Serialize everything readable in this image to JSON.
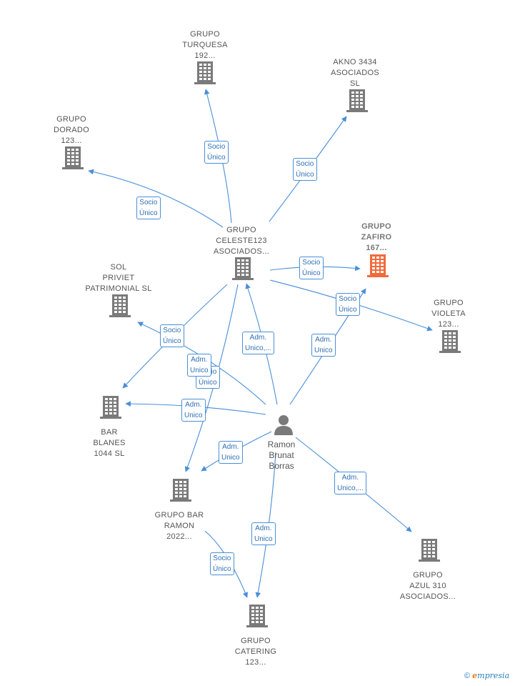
{
  "nodes": [
    {
      "id": "turquesa",
      "type": "company",
      "label": [
        "GRUPO",
        "TURQUESA",
        "192..."
      ]
    },
    {
      "id": "akno",
      "type": "company",
      "label": [
        "AKNO 3434",
        "ASOCIADOS",
        "SL"
      ]
    },
    {
      "id": "dorado",
      "type": "company",
      "label": [
        "GRUPO",
        "DORADO",
        "123..."
      ]
    },
    {
      "id": "celeste",
      "type": "company",
      "label": [
        "GRUPO",
        "CELESTE123",
        "ASOCIADOS..."
      ]
    },
    {
      "id": "zafiro",
      "type": "company",
      "highlight": true,
      "label": [
        "GRUPO",
        "ZAFIRO",
        "167..."
      ]
    },
    {
      "id": "sol",
      "type": "company",
      "label": [
        "SOL",
        "PRIVIET",
        "PATRIMONIAL SL"
      ]
    },
    {
      "id": "violeta",
      "type": "company",
      "label": [
        "GRUPO",
        "VIOLETA",
        "123..."
      ]
    },
    {
      "id": "bar",
      "type": "company",
      "label": [
        "BAR",
        "BLANES",
        "1044  SL"
      ]
    },
    {
      "id": "ramon",
      "type": "person",
      "label": [
        "Ramon",
        "Brunat",
        "Borras"
      ]
    },
    {
      "id": "barramon",
      "type": "company",
      "label": [
        "GRUPO BAR",
        "RAMON",
        "2022..."
      ]
    },
    {
      "id": "azul",
      "type": "company",
      "label": [
        "GRUPO",
        "AZUL 310",
        "ASOCIADOS..."
      ]
    },
    {
      "id": "catering",
      "type": "company",
      "label": [
        "GRUPO",
        "CATERING",
        "123..."
      ]
    }
  ],
  "edges": [
    {
      "id": "e1",
      "from": "celeste",
      "to": "turquesa",
      "label": [
        "Socio",
        "Único"
      ]
    },
    {
      "id": "e2",
      "from": "celeste",
      "to": "akno",
      "label": [
        "Socio",
        "Único"
      ]
    },
    {
      "id": "e3",
      "from": "celeste",
      "to": "dorado",
      "label": [
        "Socio",
        "Único"
      ]
    },
    {
      "id": "e4",
      "from": "celeste",
      "to": "zafiro",
      "label": [
        "Socio",
        "Único"
      ]
    },
    {
      "id": "e5",
      "from": "celeste",
      "to": "violeta",
      "label": [
        "Socio",
        "Único"
      ]
    },
    {
      "id": "e6",
      "from": "celeste",
      "to": "bar",
      "label": [
        "Socio",
        "Único"
      ]
    },
    {
      "id": "e7",
      "from": "celeste",
      "to": "barramon",
      "label": [
        "Socio",
        "Único"
      ]
    },
    {
      "id": "e8",
      "from": "ramon",
      "to": "celeste",
      "label": [
        "Adm.",
        "Unico,..."
      ]
    },
    {
      "id": "e9",
      "from": "ramon",
      "to": "zafiro",
      "label": [
        "Adm.",
        "Unico"
      ]
    },
    {
      "id": "e10",
      "from": "ramon",
      "to": "sol",
      "label": [
        "Adm.",
        "Unico"
      ]
    },
    {
      "id": "e11",
      "from": "ramon",
      "to": "bar",
      "label": [
        "Adm.",
        "Unico"
      ]
    },
    {
      "id": "e12",
      "from": "ramon",
      "to": "barramon",
      "label": [
        "Adm.",
        "Unico"
      ]
    },
    {
      "id": "e13",
      "from": "ramon",
      "to": "catering",
      "label": [
        "Adm.",
        "Unico"
      ]
    },
    {
      "id": "e14",
      "from": "ramon",
      "to": "azul",
      "label": [
        "Adm.",
        "Unico,..."
      ]
    },
    {
      "id": "e15",
      "from": "barramon",
      "to": "catering",
      "label": [
        "Socio",
        "Único"
      ]
    }
  ],
  "colors": {
    "edge": "#4a8fd8",
    "company_icon": "#7a7a7a",
    "highlight_icon": "#f26a3a",
    "person_icon": "#7a7a7a"
  },
  "brand": {
    "symbol": "©",
    "initial": "e",
    "rest": "mpresia"
  }
}
